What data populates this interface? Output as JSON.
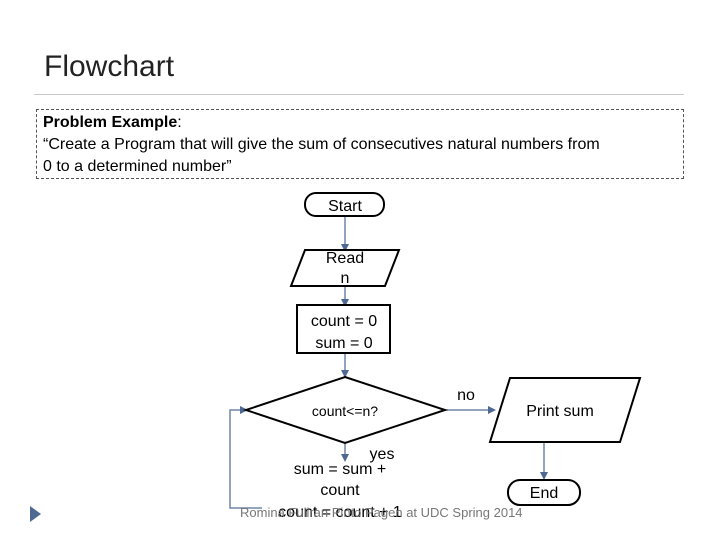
{
  "slide": {
    "title": "Flowchart",
    "problem_label": "Problem Example",
    "problem_colon": ":",
    "problem_line1": "“Create a Program that will give the sum of consecutives natural numbers from",
    "problem_line2": "0 to a determined number”",
    "footer": "Romina Fuliran Pinto Pagen at UDC Spring 2014"
  },
  "flowchart": {
    "start": "Start",
    "read_line1": "Read",
    "read_line2": "n",
    "init_line1": "count = 0",
    "init_line2": "sum = 0",
    "decision": "count<=n?",
    "no_label": "no",
    "yes_label": "yes",
    "process_line1": "sum = sum +",
    "process_line2": "count",
    "process_line3": "count = count + 1",
    "print": "Print sum",
    "end": "End"
  },
  "colors": {
    "connector": "#6f86a8",
    "arrow": "#4d6991",
    "bullet": "#4d6991"
  }
}
